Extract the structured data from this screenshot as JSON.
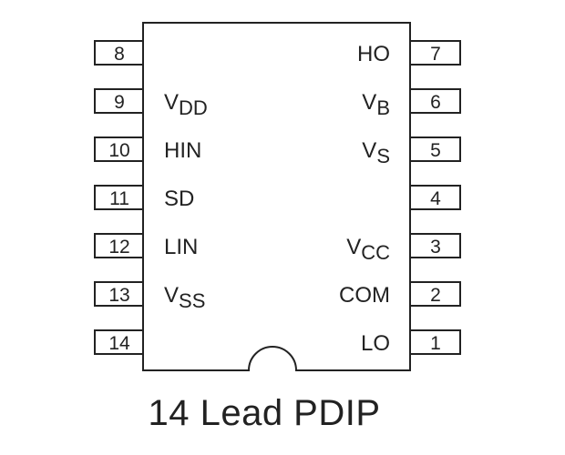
{
  "package": {
    "caption": "14 Lead PDIP",
    "left_pins": [
      {
        "number": "8",
        "label": ""
      },
      {
        "number": "9",
        "label": "V",
        "sub": "DD"
      },
      {
        "number": "10",
        "label": "HIN",
        "sub": ""
      },
      {
        "number": "11",
        "label": "SD",
        "sub": ""
      },
      {
        "number": "12",
        "label": "LIN",
        "sub": ""
      },
      {
        "number": "13",
        "label": "V",
        "sub": "SS"
      },
      {
        "number": "14",
        "label": ""
      }
    ],
    "right_pins": [
      {
        "number": "7",
        "label": "HO",
        "sub": ""
      },
      {
        "number": "6",
        "label": "V",
        "sub": "B"
      },
      {
        "number": "5",
        "label": "V",
        "sub": "S"
      },
      {
        "number": "4",
        "label": ""
      },
      {
        "number": "3",
        "label": "V",
        "sub": "CC"
      },
      {
        "number": "2",
        "label": "COM",
        "sub": ""
      },
      {
        "number": "1",
        "label": "LO",
        "sub": ""
      }
    ]
  },
  "colors": {
    "stroke": "#222222",
    "background": "#ffffff"
  }
}
